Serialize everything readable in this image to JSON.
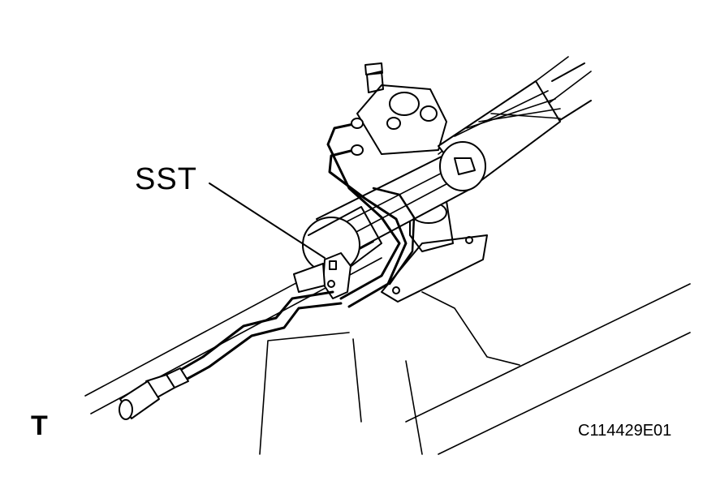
{
  "labels": {
    "sst": "SST",
    "view": "T",
    "code": "C114429E01"
  },
  "colors": {
    "ink": "#000000",
    "paper": "#ffffff"
  }
}
